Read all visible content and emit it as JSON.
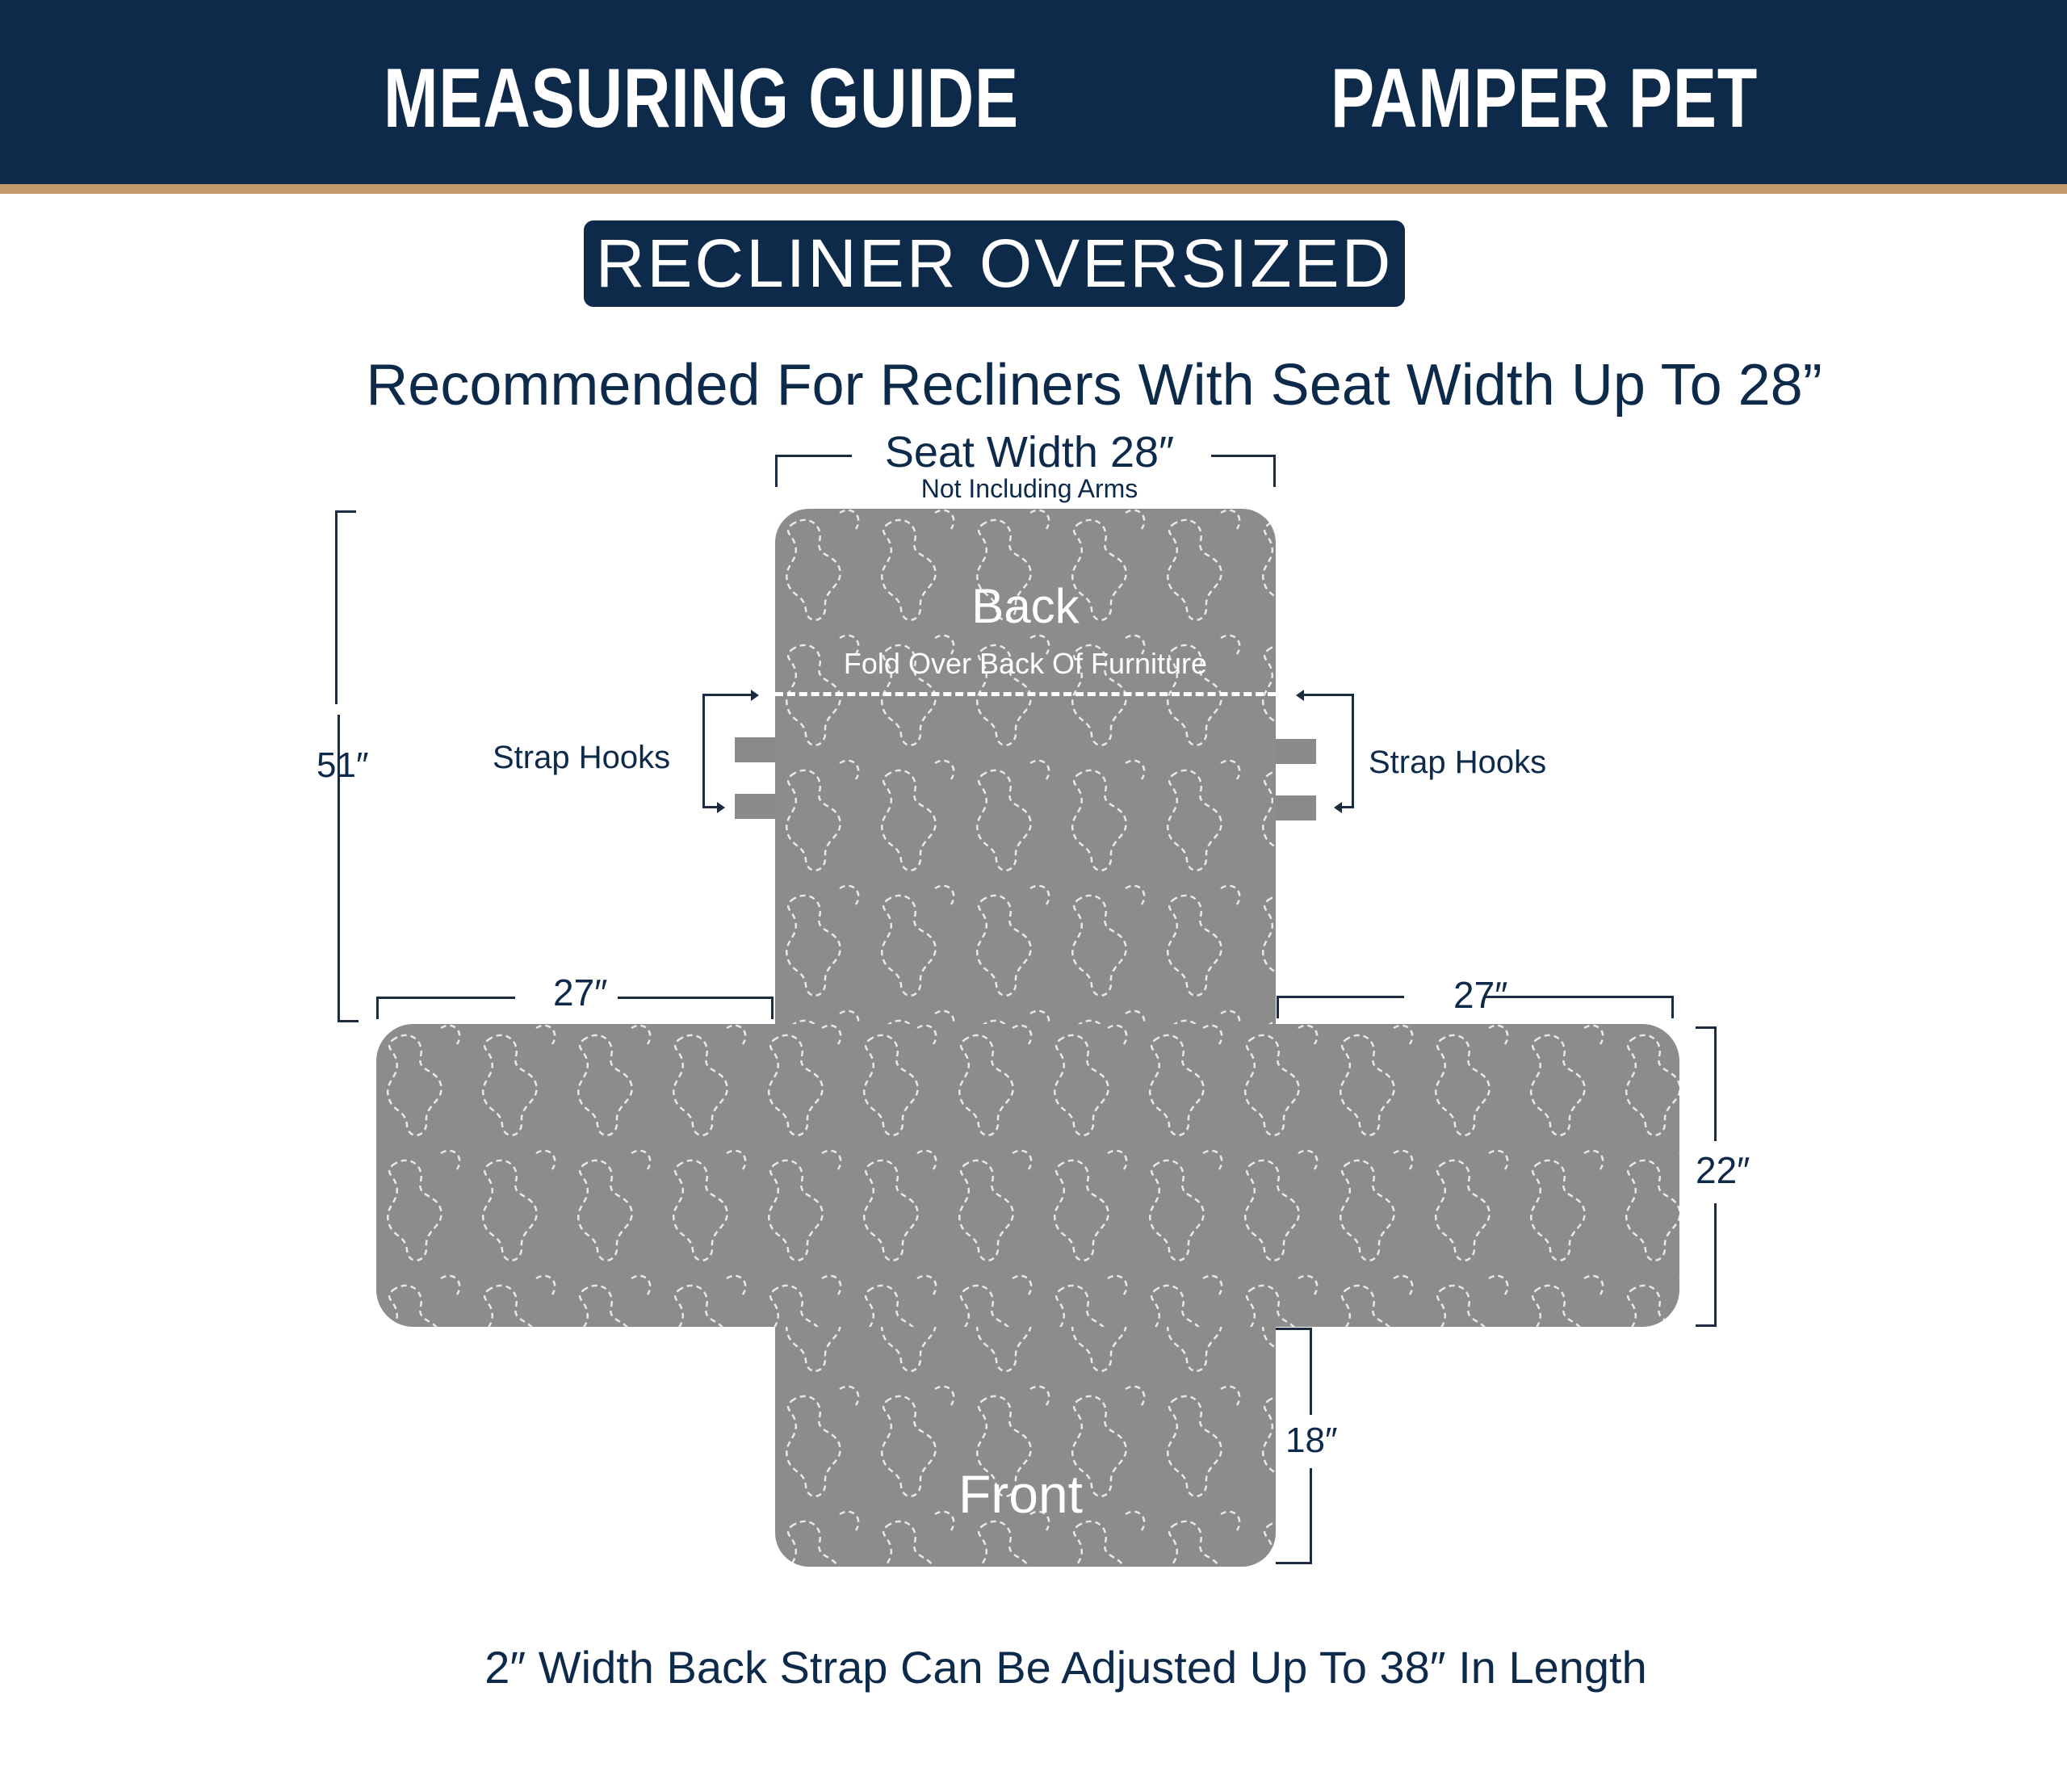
{
  "header": {
    "left_title": "MEASURING GUIDE",
    "right_title": "PAMPER PET",
    "background": "#0d2a4a",
    "stripe_color": "#c49a6c"
  },
  "badge": {
    "label": "RECLINER OVERSIZED"
  },
  "recommendation": "Recommended For Recliners With Seat Width Up To 28”",
  "diagram": {
    "seat_width_label": "Seat Width 28″",
    "seat_width_note": "Not Including Arms",
    "back_label": "Back",
    "fold_label": "Fold Over Back Of Furniture",
    "front_label": "Front",
    "strap_hooks_left": "Strap Hooks",
    "strap_hooks_right": "Strap Hooks",
    "dimensions": {
      "total_height": "51″",
      "left_arm_width": "27″",
      "right_arm_width": "27″",
      "arm_depth": "22″",
      "front_drop": "18″"
    },
    "fabric_color": "#8c8c8c",
    "line_color": "#1b2b40"
  },
  "footer_note": "2″  Width Back Strap Can Be Adjusted Up To 38″  In Length"
}
